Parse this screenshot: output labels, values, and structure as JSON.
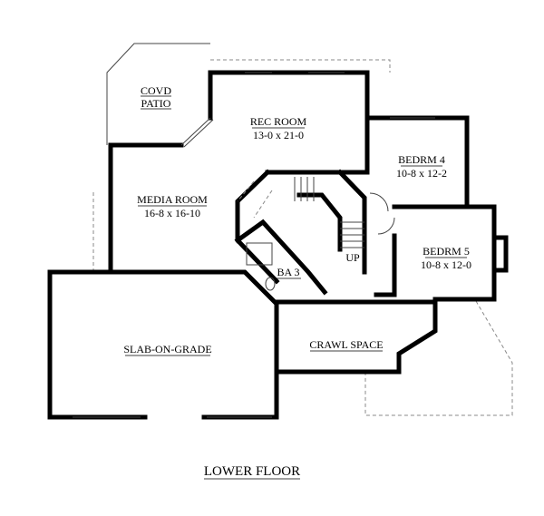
{
  "plan": {
    "title": "LOWER FLOOR",
    "rooms": [
      {
        "name": "COVD",
        "name2": "PATIO"
      },
      {
        "name": "REC ROOM",
        "dims": "13-0 x 21-0"
      },
      {
        "name": "BEDRM 4",
        "dims": "10-8 x 12-2"
      },
      {
        "name": "MEDIA ROOM",
        "dims": "16-8 x 16-10"
      },
      {
        "name": "BEDRM 5",
        "dims": "10-8 x 12-0"
      },
      {
        "name": "BA 3"
      },
      {
        "name": "SLAB-ON-GRADE"
      },
      {
        "name": "CRAWL SPACE"
      }
    ],
    "stair_label": "UP"
  }
}
